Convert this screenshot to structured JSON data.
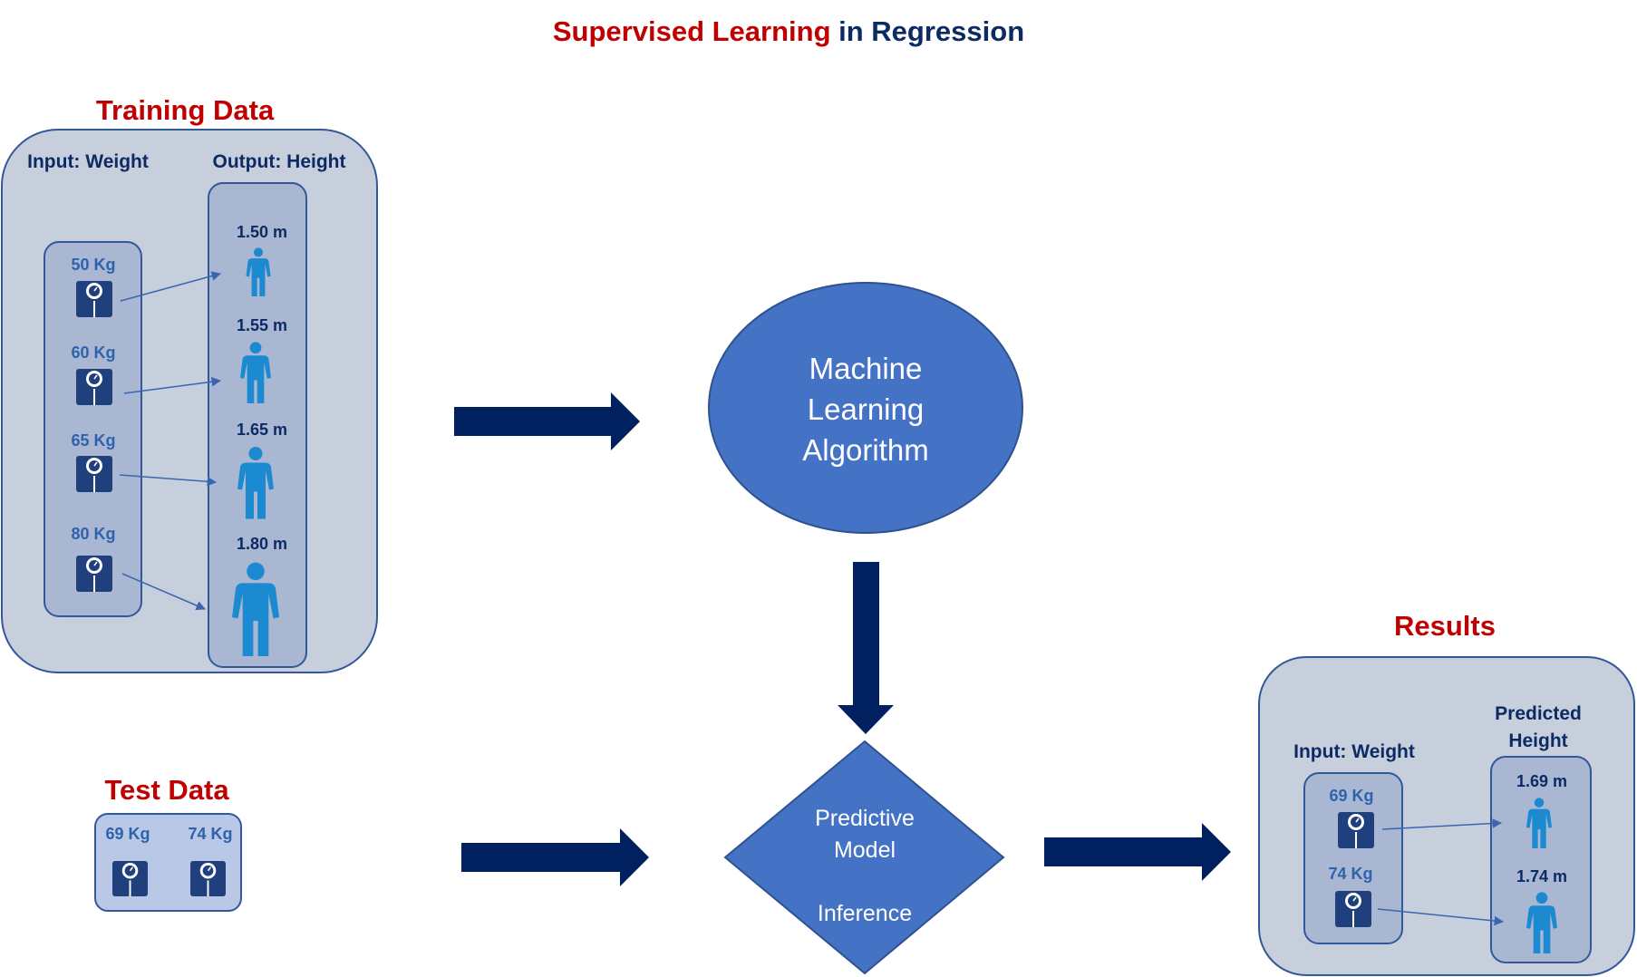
{
  "title": {
    "part1": "Supervised Learning",
    "part2": " in Regression"
  },
  "training": {
    "heading": "Training Data",
    "input_label": "Input: Weight",
    "output_label": "Output: Height",
    "weights": [
      "50 Kg",
      "60 Kg",
      "65 Kg",
      "80 Kg"
    ],
    "heights": [
      "1.50 m",
      "1.55 m",
      "1.65 m",
      "1.80 m"
    ]
  },
  "algorithm": {
    "line1": "Machine",
    "line2": "Learning",
    "line3": "Algorithm"
  },
  "model": {
    "line1": "Predictive",
    "line2": "Model",
    "line3": "Inference"
  },
  "test": {
    "heading": "Test Data",
    "weights": [
      "69 Kg",
      "74 Kg"
    ]
  },
  "results": {
    "heading": "Results",
    "input_label": "Input: Weight",
    "predicted_line1": "Predicted",
    "predicted_line2": "Height",
    "weights": [
      "69 Kg",
      "74 Kg"
    ],
    "heights": [
      "1.69 m",
      "1.74 m"
    ]
  },
  "colors": {
    "title_red": "#c00000",
    "navy": "#0c2a63",
    "arrow_navy": "#002060",
    "shape_blue": "#4472c4",
    "person_blue": "#1b8ad0",
    "outer_panel": "#c7cfdd",
    "inner_panel": "#a9b7d3"
  },
  "icons": {
    "weight": "scale-icon",
    "height": "person-icon"
  }
}
